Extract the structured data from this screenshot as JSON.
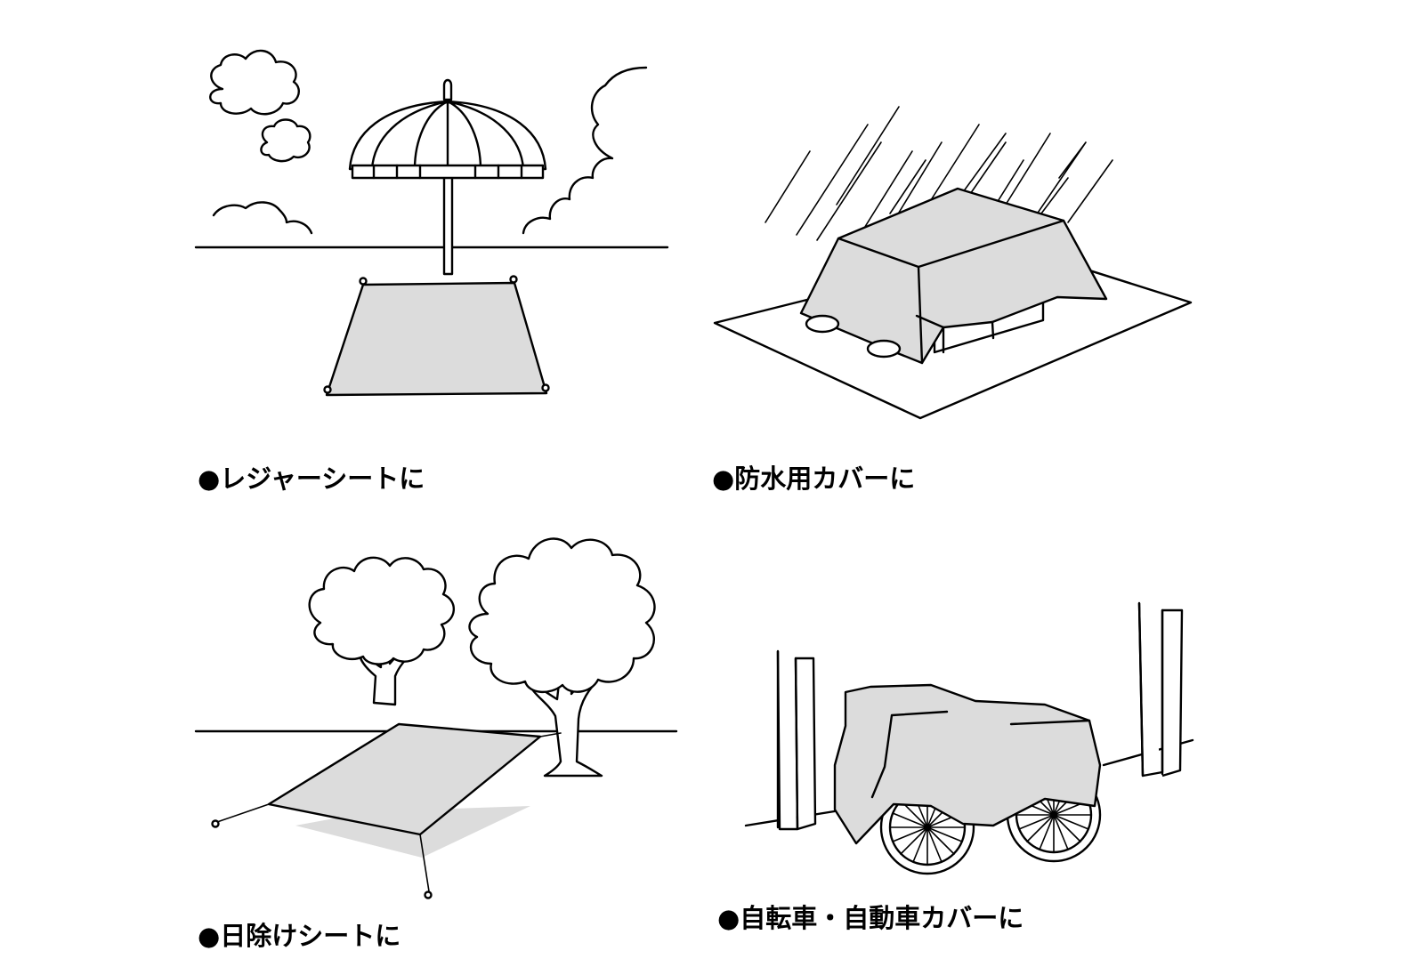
{
  "figure": {
    "panels": [
      {
        "id": "leisure",
        "caption": "●レジャーシートに"
      },
      {
        "id": "waterproof",
        "caption": "●防水用カバーに"
      },
      {
        "id": "sunshade",
        "caption": "●日除けシートに"
      },
      {
        "id": "vehicle",
        "caption": "●自転車・自動車カバーに"
      }
    ]
  },
  "colors": {
    "sheet_fill": "#dcdcdc",
    "line": "#000000",
    "background": "#ffffff"
  }
}
